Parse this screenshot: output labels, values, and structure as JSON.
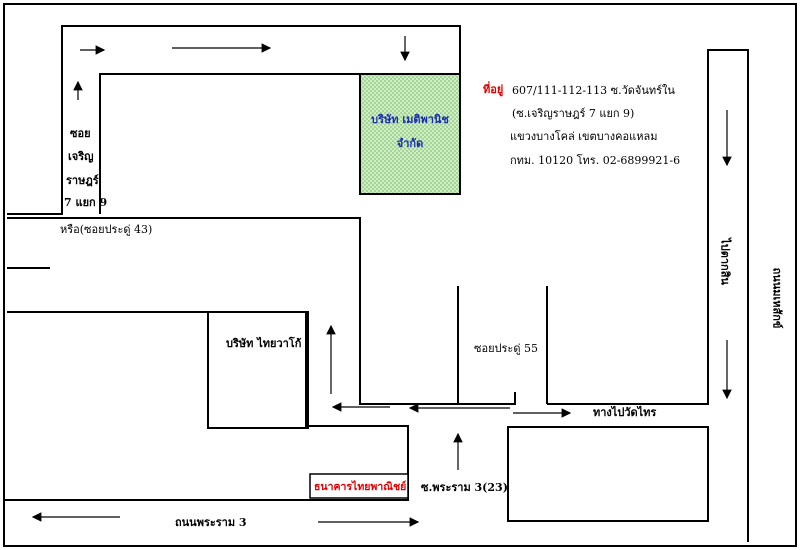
{
  "company": {
    "name_line1": "บริษัท เมติพานิช",
    "name_line2": "จำกัด"
  },
  "address": {
    "label": "ที่อยู่",
    "line1": "607/111-112-113 ซ.วัดจันทร์ใน",
    "line2": "(ซ.เจริญราษฎร์ 7 แยก 9)",
    "line3": "แขวงบางโคล่ เขตบางคอแหลม",
    "line4": "กทม. 10120  โทร. 02-6899921-6"
  },
  "streets": {
    "soi_charoen": [
      "ซอย",
      "เจริญ",
      "ราษฎร์",
      "7 แยก 9"
    ],
    "soi_charoen_alt": "หรือ(ซอยประดู่ 43)",
    "soi_pradu_55": "ซอยประดู่ 55",
    "to_wat_sai": "ทางไปวัดไทร",
    "soi_rama3_23": "ซ.พระราม 3(23)",
    "rama3_road": "ถนนพระราม 3",
    "tok_tai": "ไปตากสิน",
    "right_road": "ถนนมเหสักข์"
  },
  "places": {
    "thai_wacoal": "บริษัท ไทยวาโก้",
    "scb_bank": "ธนาคารไทยพาณิชย์"
  },
  "colors": {
    "company_fill": "#ccf0c0",
    "company_text": "#1a2db0",
    "bank_text": "#e00000",
    "address_label": "#e00000"
  }
}
